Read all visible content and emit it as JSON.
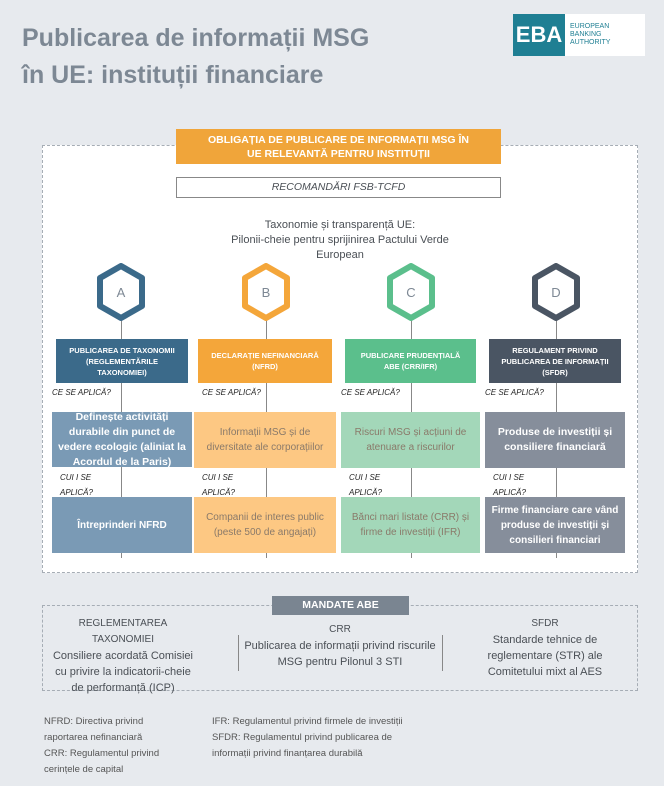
{
  "title": {
    "line1": "Publicarea de informații MSG",
    "line2": "în UE:  instituții financiare"
  },
  "logo": {
    "mark": "EBA",
    "line1": "EUROPEAN",
    "line2": "BANKING",
    "line3": "AUTHORITY"
  },
  "banner": {
    "line1": "OBLIGAȚIA DE PUBLICARE DE INFORMAȚII MSG ÎN",
    "line2": "UE RELEVANTĂ PENTRU INSTITUȚII"
  },
  "recommendations": "RECOMANDĂRI FSB-TCFD",
  "subtitle": {
    "line1": "Taxonomie și transparență UE:",
    "line2": "Pilonii-cheie pentru sprijinirea Pactului Verde",
    "line3": "European"
  },
  "q_what": "CE SE APLICĂ?",
  "q_who": "CUI I SE APLICĂ?",
  "pillars": [
    {
      "letter": "A",
      "color": "#3b6a8a",
      "light": "#7a9ab5",
      "header": "PUBLICAREA DE TAXONOMII (REGLEMENTĂRILE TAXONOMIEI)",
      "what": "Definește activități durabile din punct de vedere ecologic (aliniat la Acordul de la Paris)",
      "who": "Întreprinderi NFRD"
    },
    {
      "letter": "B",
      "color": "#f4a63a",
      "light": "#fdc883",
      "header": "DECLARAȚIE NEFINANCIARĂ (NFRD)",
      "what": "Informații MSG și de diversitate ale corporațiilor",
      "who": "Companii de interes public (peste 500 de angajați)"
    },
    {
      "letter": "C",
      "color": "#5bbf8c",
      "light": "#a3d7b9",
      "header": "PUBLICARE PRUDENȚIALĂ ABE (CRR/IFR)",
      "what": "Riscuri MSG și acțiuni de atenuare a riscurilor",
      "who": "Bănci mari listate (CRR) și firme de investiții (IFR)"
    },
    {
      "letter": "D",
      "color": "#4a5563",
      "light": "#868e9b",
      "header": "REGULAMENT PRIVIND PUBLICAREA DE INFORMAȚII (SFDR)",
      "what": "Produse de investiții și consiliere financiară",
      "who": "Firme financiare care vând produse de investiții și consilieri financiari"
    }
  ],
  "mandates": {
    "tab": "MANDATE ABE",
    "cols": [
      {
        "head": "REGLEMENTAREA TAXONOMIEI",
        "body": "Consiliere acordată Comisiei cu privire la indicatorii-cheie de performanță (ICP)"
      },
      {
        "head": "CRR",
        "body": "Publicarea de informații privind riscurile MSG pentru Pilonul 3 STI"
      },
      {
        "head": "SFDR",
        "body": "Standarde tehnice de reglementare (STR) ale Comitetului mixt al AES"
      }
    ]
  },
  "footnotes": {
    "left": [
      "NFRD: Directiva privind raportarea nefinanciară",
      "CRR: Regulamentul privind cerințele de capital"
    ],
    "right": [
      "IFR: Regulamentul privind firmele de investiții",
      "SFDR: Regulamentul privind publicarea de informații privind finanțarea durabilă"
    ]
  }
}
